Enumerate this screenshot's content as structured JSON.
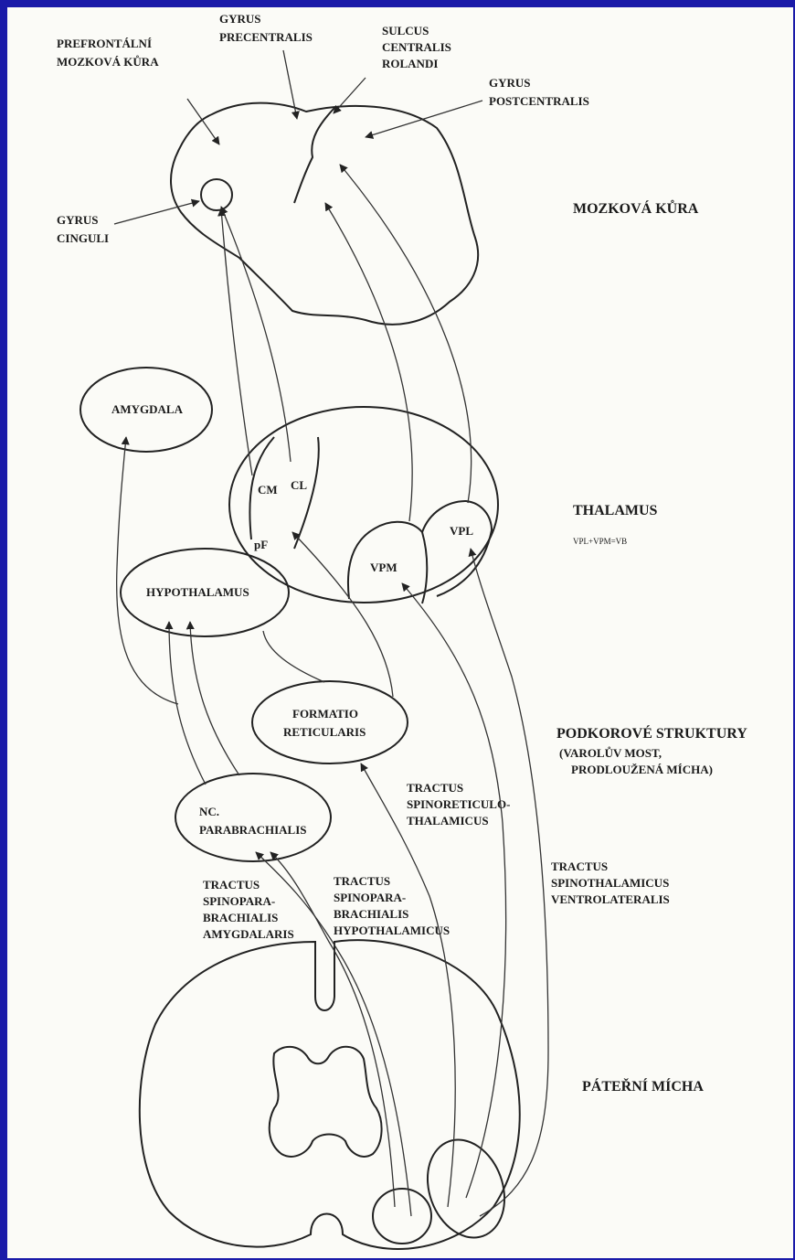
{
  "cortex": {
    "prefrontal": [
      "PREFRONTÁLNÍ",
      "MOZKOVÁ KŮRA"
    ],
    "precentral": [
      "GYRUS",
      "PRECENTRALIS"
    ],
    "sulcus": [
      "SULCUS",
      "CENTRALIS",
      "ROLANDI"
    ],
    "postcentral": [
      "GYRUS",
      "POSTCENTRALIS"
    ],
    "cinguli": [
      "GYRUS",
      "CINGULI"
    ]
  },
  "structures": {
    "amygdala": "AMYGDALA",
    "hypothalamus": "HYPOTHALAMUS",
    "formatio": [
      "FORMATIO",
      "RETICULARIS"
    ],
    "parabrachialis": [
      "NC.",
      "PARABRACHIALIS"
    ]
  },
  "thalamus_nuclei": {
    "cm": "CM",
    "cl": "CL",
    "pf": "pF",
    "vpm": "VPM",
    "vpl": "VPL"
  },
  "tracts": {
    "spinoreticulo": [
      "TRACTUS",
      "SPINORETICULO-",
      "THALAMICUS"
    ],
    "spinothalamicus": [
      "TRACTUS",
      "SPINOTHALAMICUS",
      "VENTROLATERALIS"
    ],
    "amygdalaris": [
      "TRACTUS",
      "SPINOPARA-",
      "BRACHIALIS",
      "AMYGDALARIS"
    ],
    "hypothalamicus": [
      "TRACTUS",
      "SPINOPARA-",
      "BRACHIALIS",
      "HYPOTHALAMICUS"
    ]
  },
  "levels": {
    "cortex": "MOZKOVÁ KŮRA",
    "thalamus": "THALAMUS",
    "thalamus_note": "VPL+VPM=VB",
    "subcortical": "PODKOROVÉ STRUKTURY",
    "subcortical_sub1": "(VAROLŮV MOST,",
    "subcortical_sub2": "PRODLOUŽENÁ MÍCHA)",
    "spinal": "PÁTEŘNÍ MÍCHA"
  }
}
